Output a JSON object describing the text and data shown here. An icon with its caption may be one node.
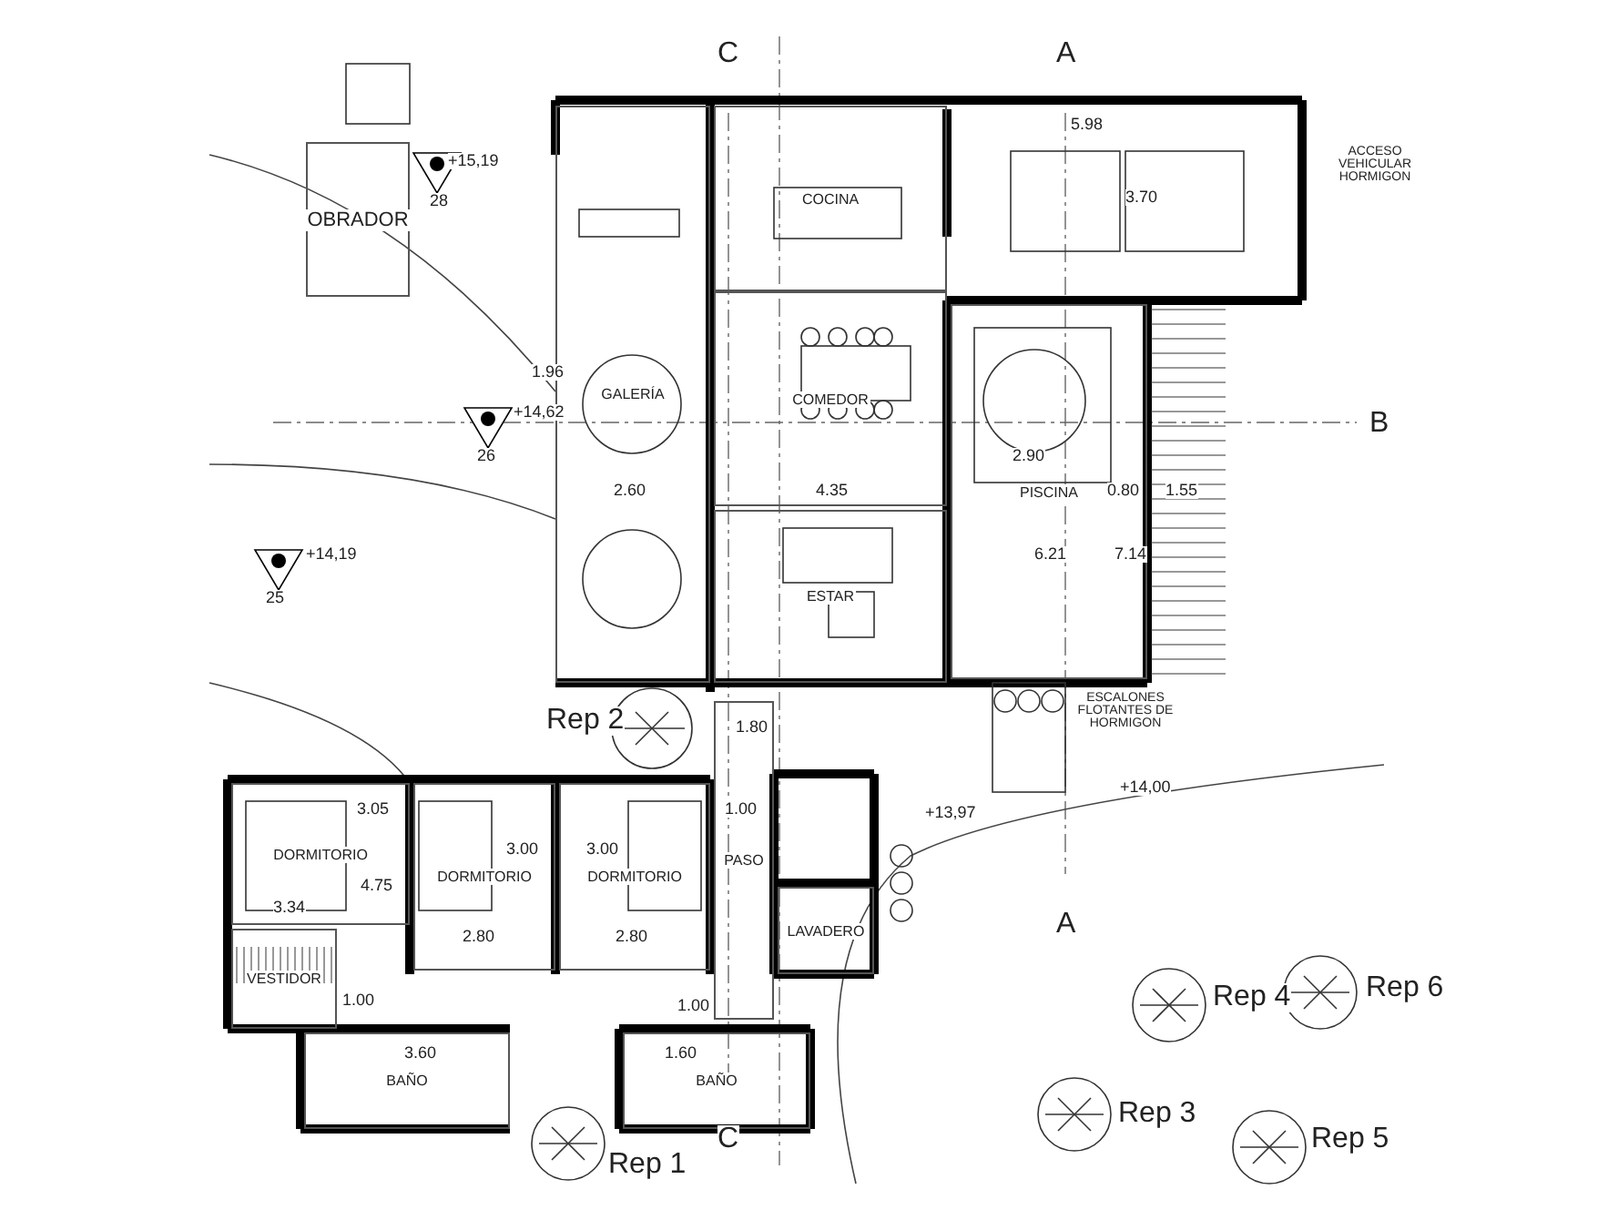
{
  "diagram": {
    "nodes": [
      {
        "text": [
          "OBRADOR"
        ]
      },
      {
        "text": [
          "GALERÍA"
        ]
      },
      {
        "text": [
          "COCINA"
        ]
      },
      {
        "text": [
          "COMEDOR"
        ]
      },
      {
        "text": [
          "ESTAR"
        ]
      },
      {
        "text": [
          "PISCINA"
        ]
      },
      {
        "text": [
          "DORMITORIO"
        ]
      },
      {
        "text": [
          "VESTIDOR"
        ]
      },
      {
        "text": [
          "DORMITORIO"
        ]
      },
      {
        "text": [
          "DORMITORIO"
        ]
      },
      {
        "text": [
          "PASO"
        ]
      },
      {
        "text": [
          "BAÑO"
        ]
      },
      {
        "text": [
          "BAÑO"
        ]
      },
      {
        "text": [
          "LAVADERO"
        ]
      }
    ],
    "labels": [
      "C",
      "A",
      "+15,19",
      "28",
      "5.98",
      "3.70",
      "ACCESO VEHICULAR HORMIGON",
      "1.96",
      "+14,62",
      "26",
      "B",
      "2.60",
      "4.35",
      "2.90",
      "0.80",
      "1.55",
      "+14,19",
      "6.21",
      "7.14",
      "25",
      "Rep 2",
      "1.80",
      "ESCALONES FLOTANTES DE HORMIGON",
      "+14,00",
      "+13,97",
      "4.75",
      "3.05",
      "3.34",
      "3.00",
      "2.80",
      "3.00",
      "2.80",
      "1.00",
      "1.00",
      "1.00",
      "3.60",
      "1.60",
      "A",
      "Rep 4",
      "Rep 6",
      "Rep 3",
      "Rep 5",
      "Rep 1",
      "C"
    ]
  }
}
